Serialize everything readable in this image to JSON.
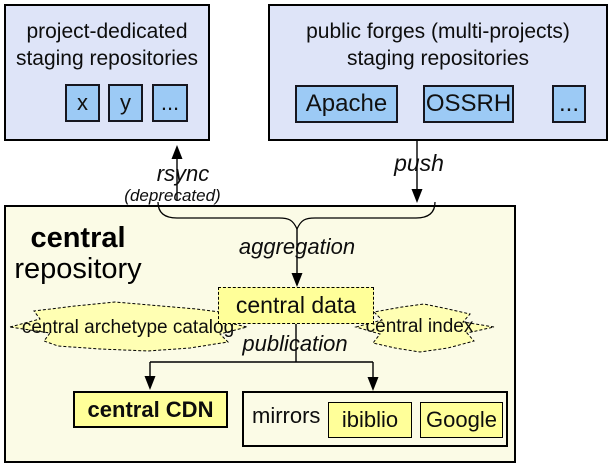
{
  "diagram": {
    "colors": {
      "staging_fill": "#dee4f8",
      "staging_item_fill": "#9ccaf5",
      "central_fill": "#fbfbe6",
      "yellow_fill": "#ffff99",
      "cloud_fill": "#ffffb3",
      "line": "#000000"
    },
    "project_staging": {
      "title_line1": "project-dedicated",
      "title_line2": "staging repositories",
      "items": [
        "x",
        "y",
        "..."
      ]
    },
    "public_forges": {
      "title_line1": "public forges (multi-projects)",
      "title_line2": "staging repositories",
      "items": [
        "Apache",
        "OSSRH",
        "..."
      ]
    },
    "arrows": {
      "rsync_label": "rsync",
      "rsync_note": "(deprecated)",
      "push_label": "push",
      "aggregation_label": "aggregation",
      "publication_label": "publication"
    },
    "central": {
      "title_bold": "central",
      "title_rest": "repository",
      "data_label": "central data",
      "archetype_label": "central archetype catalog",
      "index_label": "central index",
      "cdn_label": "central CDN",
      "mirrors_label": "mirrors",
      "mirror_items": [
        "ibiblio",
        "Google"
      ]
    }
  }
}
